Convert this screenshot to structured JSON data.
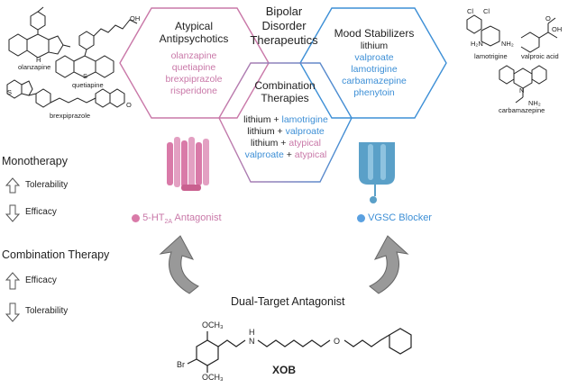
{
  "title": [
    "Bipolar",
    "Disorder",
    "Therapeutics"
  ],
  "atypical": {
    "heading": [
      "Atypical",
      "Antipsychotics"
    ],
    "drugs": [
      "olanzapine",
      "quetiapine",
      "brexpiprazole",
      "risperidone"
    ]
  },
  "mood": {
    "heading": "Mood Stabilizers",
    "drugs": [
      "lithium",
      "valproate",
      "lamotrigine",
      "carbamazepine",
      "phenytoin"
    ]
  },
  "combination": {
    "heading": [
      "Combination",
      "Therapies"
    ],
    "rows": [
      {
        "a": "lithium",
        "plus": "+",
        "b": "lamotrigine"
      },
      {
        "a": "lithium",
        "plus": "+",
        "b": "valproate"
      },
      {
        "a": "lithium",
        "plus": "+",
        "b": "atypical"
      },
      {
        "a": "valproate",
        "plus": "+",
        "b": "atypical"
      }
    ]
  },
  "structures": {
    "olanzapine": "olanzapine",
    "quetiapine": "quetiapine",
    "brexpiprazole": "brexpiprazole",
    "lamotrigine": "lamotrigine",
    "valproic_acid": "valproic acid",
    "carbamazepine": "carbamazepine",
    "atoms": {
      "cl1": "Cl",
      "cl2": "Cl",
      "h2n_left": "H₂N",
      "nh2_right": "NH₂",
      "n": "N",
      "h": "H",
      "o": "O",
      "oh": "OH",
      "s": "S",
      "nh2": "NH₂",
      "nh": "H"
    }
  },
  "monotherapy": {
    "heading": "Monotherapy",
    "tolerability": "Tolerability",
    "efficacy": "Efficacy"
  },
  "combination_therapy": {
    "heading": "Combination Therapy",
    "efficacy": "Efficacy",
    "tolerability": "Tolerability"
  },
  "targets": {
    "ht2a_prefix": "5-HT",
    "ht2a_sub": "2A",
    "ht2a_suffix": " Antagonist",
    "vgsc": "VGSC Blocker"
  },
  "dual_target": "Dual-Target Antagonist",
  "xob": {
    "name": "XOB",
    "och3_top": "OCH₃",
    "och3_bottom": "OCH₃",
    "br": "Br",
    "h": "H",
    "n": "N",
    "o": "O"
  },
  "colors": {
    "pink": "#c978a8",
    "blue": "#3d8fd6",
    "pink_protein": "#d97aa8",
    "blue_protein": "#5aa0c8"
  }
}
